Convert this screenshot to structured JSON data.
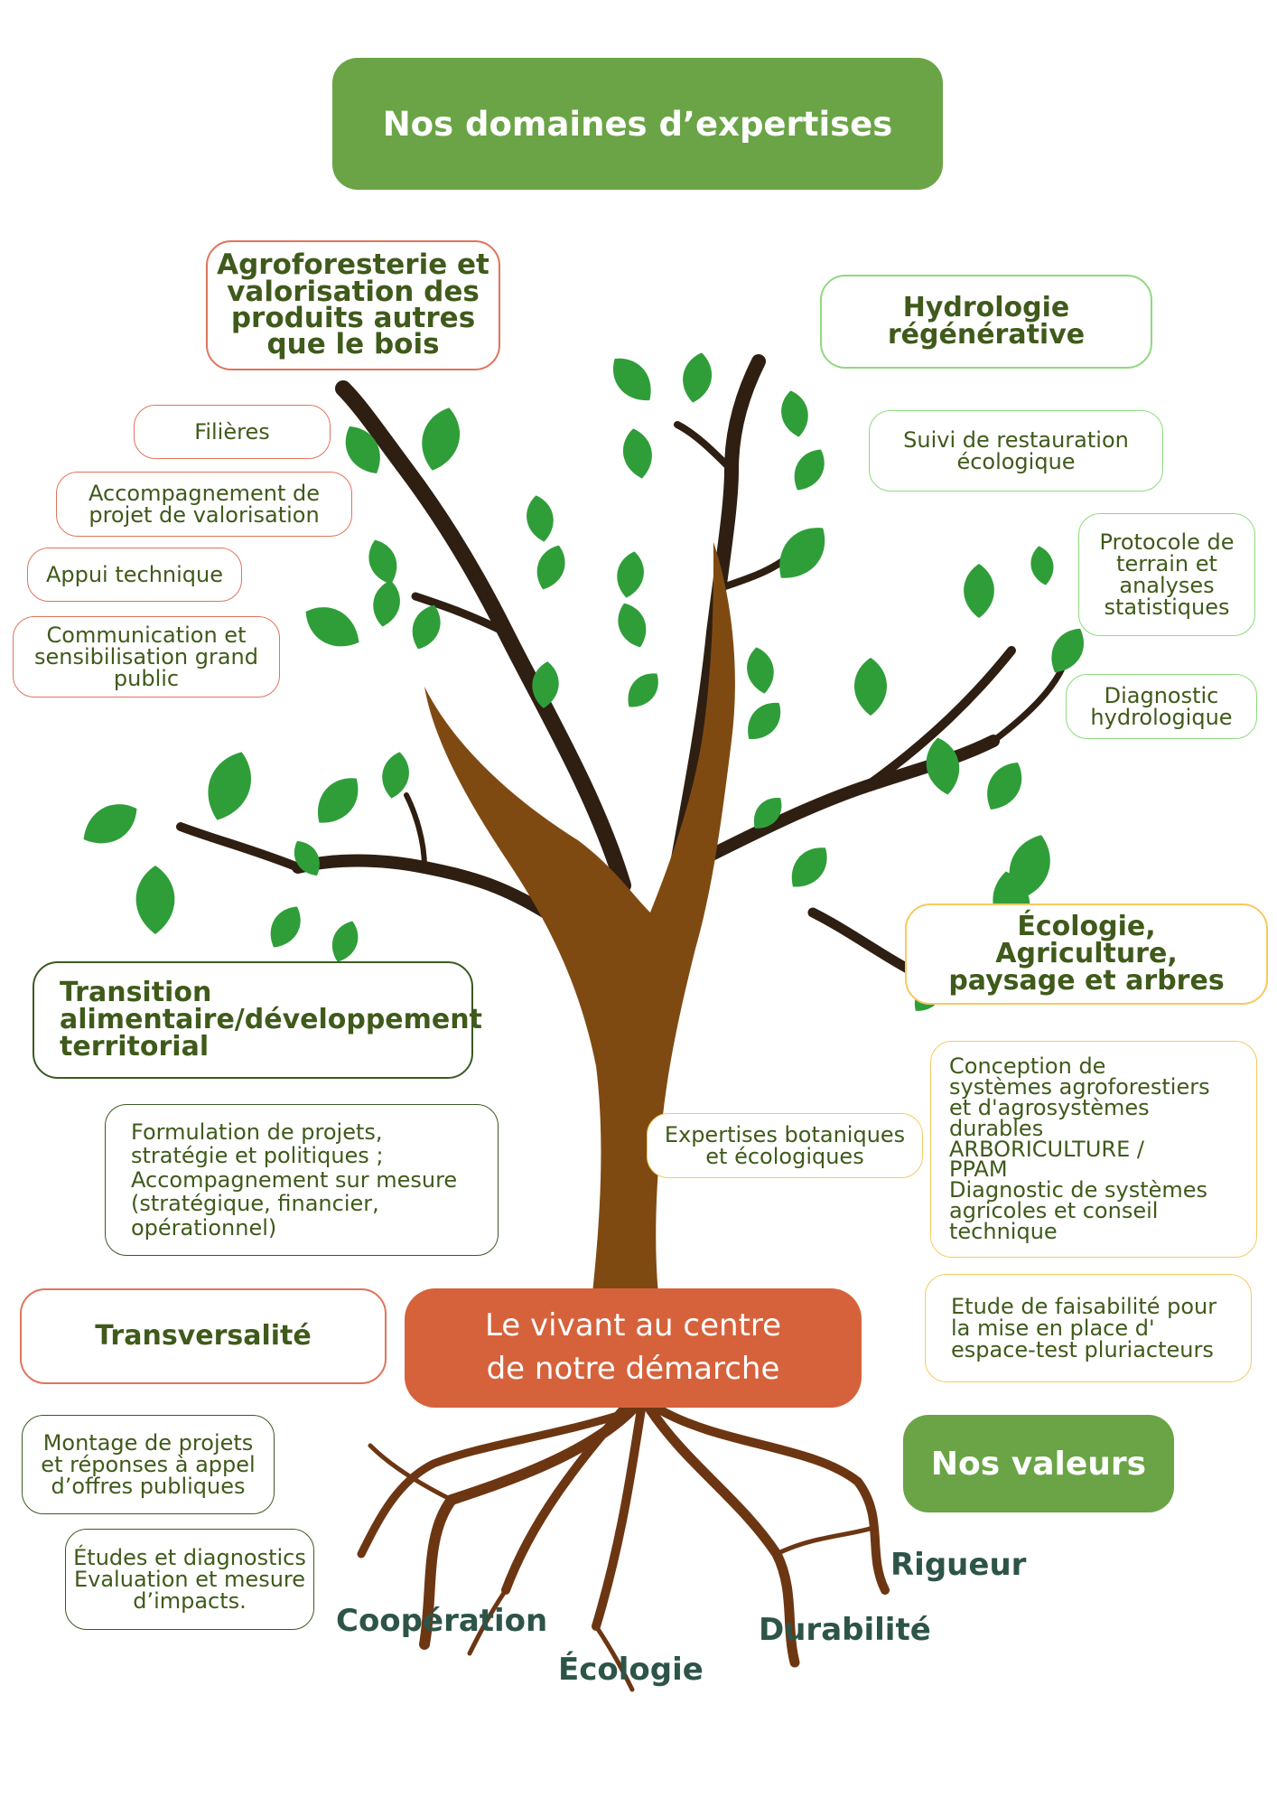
{
  "title": "Nos domaines d’expertises",
  "center": {
    "lines": [
      "Le vivant au centre",
      "de notre démarche"
    ]
  },
  "values_title": "Nos valeurs",
  "values": [
    "Rigueur",
    "Coopération",
    "Durabilité",
    "Écologie"
  ],
  "domains": {
    "agroforesterie": {
      "title": [
        "Agroforesterie et",
        "valorisation des",
        "produits autres",
        "que le bois"
      ],
      "items": [
        [
          "Filières"
        ],
        [
          "Accompagnement de",
          "projet de valorisation"
        ],
        [
          "Appui technique"
        ],
        [
          "Communication et",
          "sensibilisation grand",
          "public"
        ]
      ]
    },
    "hydrologie": {
      "title": [
        "Hydrologie",
        "régénérative"
      ],
      "items": [
        [
          "Suivi de restauration",
          "écologique"
        ],
        [
          "Protocole de",
          "terrain et",
          "analyses",
          "statistiques"
        ],
        [
          "Diagnostic",
          "hydrologique"
        ]
      ]
    },
    "transition": {
      "title": [
        "Transition",
        "alimentaire/développement",
        "territorial"
      ],
      "items": [
        [
          "Formulation de projets,",
          "stratégie et politiques ;",
          "Accompagnement sur mesure",
          "(stratégique, financier,",
          "opérationnel)"
        ]
      ]
    },
    "ecologie": {
      "title": [
        "Écologie,",
        "Agriculture,",
        "paysage et arbres"
      ],
      "items": [
        [
          "Conception de",
          "systèmes agroforestiers",
          "et d'agrosystèmes",
          "durables",
          "ARBORICULTURE /",
          "PPAM",
          "Diagnostic de systèmes",
          "agricoles et conseil",
          "technique"
        ],
        [
          "Etude de faisabilité pour",
          "la mise en place d'",
          "espace-test pluriacteurs"
        ]
      ]
    },
    "expertises": {
      "items": [
        [
          "Expertises botaniques",
          "et écologiques"
        ]
      ]
    },
    "transversalite": {
      "title": "Transversalité",
      "items": [
        [
          "Montage de projets",
          "et réponses à appel",
          "d’offres publiques"
        ],
        [
          "Études et diagnostics",
          "Evaluation et mesure",
          "d’impacts."
        ]
      ]
    }
  },
  "colors": {
    "accent_green": "#6aa446",
    "center_red": "#d6623c",
    "trunk_brown": "#7f4a12",
    "branch_dark": "#2e1f12",
    "root_brown": "#6d3612",
    "leaf_green": "#2f9e39",
    "border_red": "#e0745c",
    "border_light_green": "#8fd97e",
    "border_dark_green": "#3c5a22",
    "border_yellow": "#f6c960",
    "values_text": "#2d5448"
  }
}
